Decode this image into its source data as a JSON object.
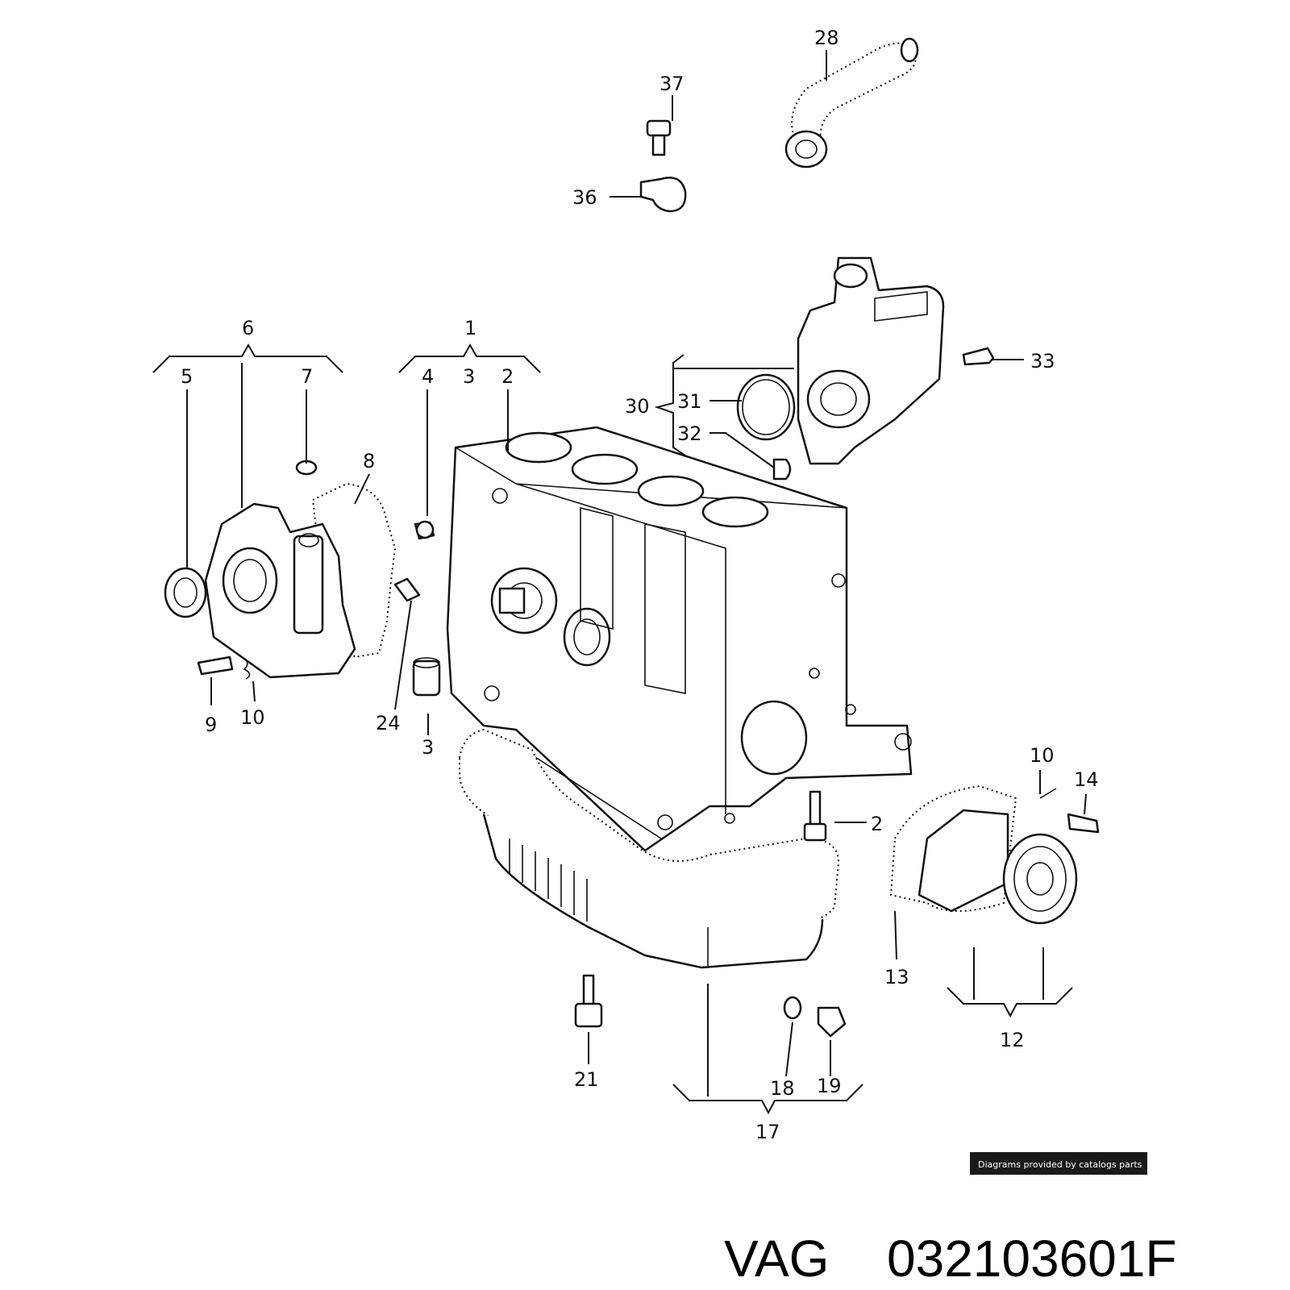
{
  "part_labels": {
    "l1": "1",
    "l2a": "2",
    "l2b": "2",
    "l3a": "3",
    "l3b": "3",
    "l4": "4",
    "l5": "5",
    "l6": "6",
    "l7": "7",
    "l8": "8",
    "l9": "9",
    "l10a": "10",
    "l10b": "10",
    "l12": "12",
    "l13": "13",
    "l14": "14",
    "l17": "17",
    "l18": "18",
    "l19": "19",
    "l21": "21",
    "l24": "24",
    "l28": "28",
    "l30": "30",
    "l31": "31",
    "l32": "32",
    "l33": "33",
    "l36": "36",
    "l37": "37"
  },
  "credit": "Diagrams provided by catalogs parts",
  "title": {
    "brand": "VAG",
    "part_number": "032103601F"
  }
}
